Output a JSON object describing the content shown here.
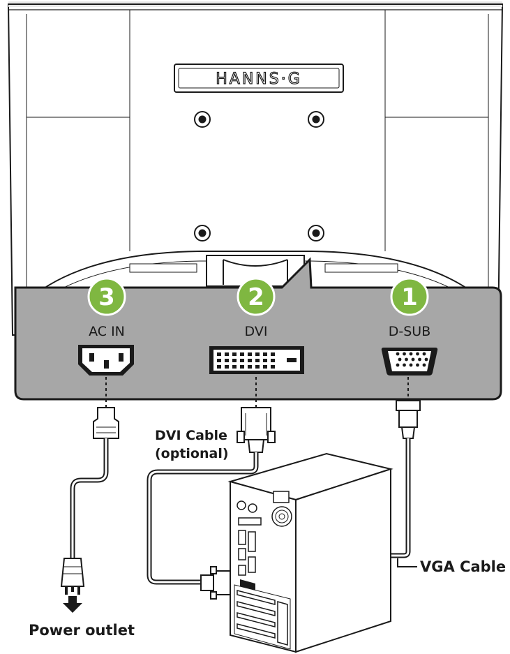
{
  "brand": "HANNS·G",
  "ports": [
    {
      "number": "3",
      "label": "AC IN"
    },
    {
      "number": "2",
      "label": "DVI"
    },
    {
      "number": "1",
      "label": "D-SUB"
    }
  ],
  "cables": {
    "dvi_line1": "DVI Cable",
    "dvi_line2": "(optional)",
    "vga": "VGA Cable"
  },
  "power_outlet": "Power outlet",
  "colors": {
    "badge_green": "#7fb741",
    "panel_gray": "#a7a7a7",
    "line_black": "#1a1a1a"
  },
  "icons": [
    "power-plug-icon",
    "down-arrow-icon",
    "ac-socket-icon",
    "dvi-port-icon",
    "vga-port-icon"
  ]
}
